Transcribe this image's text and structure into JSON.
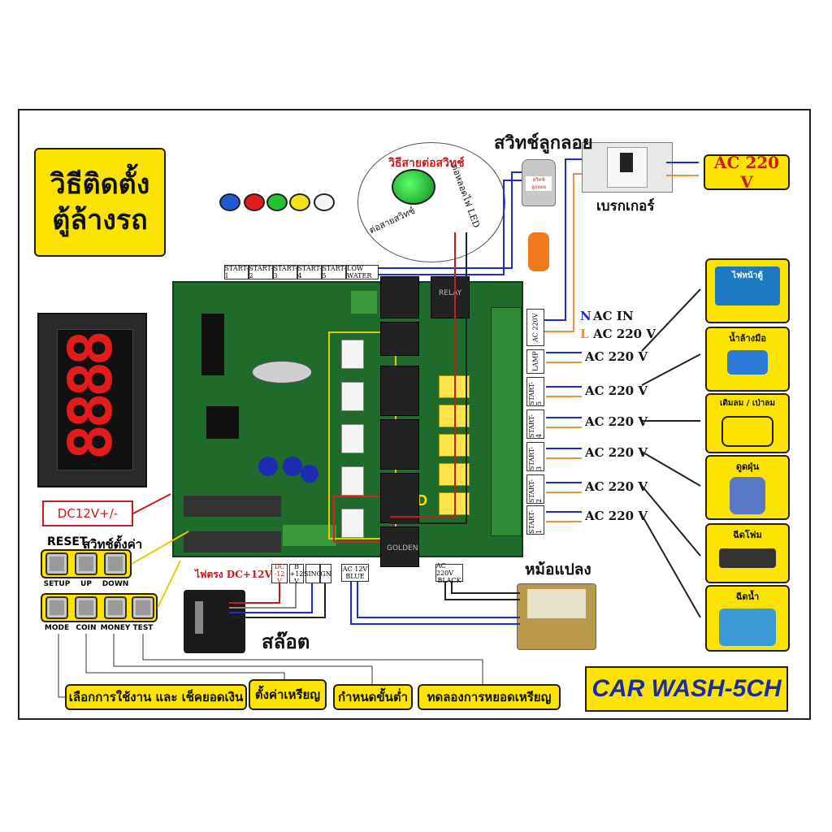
{
  "title": {
    "line1": "วิธีติดตั้ง",
    "line2": "ตู้ล้างรถ"
  },
  "display": {
    "digits": "8888"
  },
  "power_label": "DC12V+/-",
  "reset": {
    "label1": "RESET",
    "label2": "สวิทช์ตั้งค่า"
  },
  "buttons_row1": [
    "SETUP",
    "UP",
    "DOWN"
  ],
  "buttons_row2": [
    "MODE",
    "COIN",
    "MONEY",
    "TEST"
  ],
  "bottom_notes": [
    "เลือกการใช้งาน และ เช็คยอดเงิน",
    "ตั้งค่าเหรียญ",
    "กำหนดขั้นต่ำ",
    "ทดลองการหยอดเหรียญ"
  ],
  "product": "CAR WASH-5CH",
  "switch_diagram": {
    "title": "วิธีสายต่อสวิทช์",
    "label_switch": "ต่อสายสวิทช์",
    "label_led": "ต่อหลอดไฟ LED"
  },
  "top_headers": [
    "START-1",
    "START-2",
    "START-3",
    "START-4",
    "START-5",
    "LOW WATER"
  ],
  "float_switch": "สวิทช์ลูกลอย",
  "float_labels": {
    "label": "สวิทช์",
    "sub": "ลูกลอย"
  },
  "breaker": "เบรกเกอร์",
  "ac_input": "AC 220 V",
  "ac_in": {
    "n": "N",
    "n_text": "AC IN",
    "l": "L",
    "l_text": "AC 220 V"
  },
  "outputs_terminal": [
    "AC 220V",
    "LAMP",
    "START-5",
    "START-4",
    "START-3",
    "START-2",
    "START-1"
  ],
  "outputs_ac": [
    "AC 220 V",
    "AC 220 V",
    "AC 220 V",
    "AC 220 V",
    "AC 220 V",
    "AC 220 V"
  ],
  "devices": [
    "ไฟหน้าตู้",
    "น้ำล้างมือ",
    "เติมลม / เป่าลม",
    "ดูดฝุ่น",
    "ฉีดโฟม",
    "ฉีดน้ำ"
  ],
  "led_label": "LED",
  "coin_terms": [
    "DC -12 V",
    "B +12 V",
    "SING",
    "GN"
  ],
  "coin_power": "ไฟตรง DC+12V",
  "ac12_term": {
    "line1": "AC 12V",
    "line2": "BLUE"
  },
  "ac220_term": {
    "line1": "AC 220V",
    "line2": "BLACK"
  },
  "transformer": "หม้อแปลง",
  "slot": "สล๊อต",
  "pcb_text": {
    "relay": "GOLDEN",
    "board": "RELAY"
  },
  "colors": {
    "yellow": "#fde400",
    "pcb": "#1f6b2c",
    "red": "#e21b1b",
    "blue": "#1c2bd6",
    "orange": "#e8923a"
  }
}
